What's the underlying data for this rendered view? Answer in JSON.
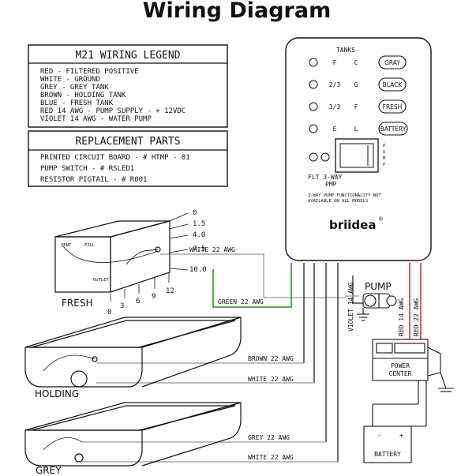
{
  "title": "Wiring Diagram",
  "legend": {
    "heading": "M21 WIRING LEGEND",
    "lines": [
      "RED - FILTERED POSITIVE",
      "WHITE - GROUND",
      "GREY - GREY TANK",
      "BROWN - HOLDING TANK",
      "BLUE - FRESH TANK",
      "RED  14 AWG - PUMP SUPPLY - + 12VDC",
      "VIOLET 14 AWG - WATER PUMP"
    ]
  },
  "parts": {
    "heading": "REPLACEMENT PARTS",
    "lines": [
      "PRINTED CIRCUIT BOARD - # HTMP - 01",
      "PUMP SWITCH - # RSLED1",
      "RESISTOR PIGTAIL - # R001"
    ]
  },
  "panel": {
    "tanks_label": "TANKS",
    "rows": [
      {
        "a": "F",
        "b": "C",
        "button": "GRAY"
      },
      {
        "a": "2/3",
        "b": "G",
        "button": "BLACK"
      },
      {
        "a": "1/3",
        "b": "F",
        "button": "FRESH"
      },
      {
        "a": "E",
        "b": "L",
        "button": "BATTERY"
      }
    ],
    "pump_letters": [
      "P",
      "U",
      "M",
      "P"
    ],
    "flt_label": "FLT 3-WAY",
    "pump_label": "PMP",
    "note_line1": "3-WAY PUMP FUNCTIONALITY NOT",
    "note_line2": "AVAILABLE ON ALL MODELS",
    "brand": "briidea",
    "reg": "®"
  },
  "fresh": {
    "label": "FRESH",
    "vent": "VENT",
    "fill": "FILL",
    "outlet": "OUTLET",
    "levels": [
      "0",
      "1.5",
      "4.0",
      "7.5",
      "10.0"
    ],
    "bottom_ticks": [
      "0",
      "3",
      "6",
      "9",
      "12"
    ]
  },
  "holding": {
    "label": "HOLDING"
  },
  "grey": {
    "label": "GREY"
  },
  "wires": {
    "white_fresh": "WHITE 22 AWG",
    "green": "GREEN 22 AWG",
    "brown": "BROWN 22 AWG",
    "white_holding": "WHITE 22 AWG",
    "grey": "GREY 22 AWG",
    "white_grey": "WHITE 22 AWG",
    "violet": "VIOLET 14 AWG",
    "red14": "RED 14 AWG",
    "red22": "RED 22 AWG"
  },
  "pump": {
    "label": "PUMP"
  },
  "power_center": {
    "line1": "POWER",
    "line2": "CENTER"
  },
  "battery": {
    "label": "BATTERY",
    "minus": "-",
    "plus": "+"
  }
}
